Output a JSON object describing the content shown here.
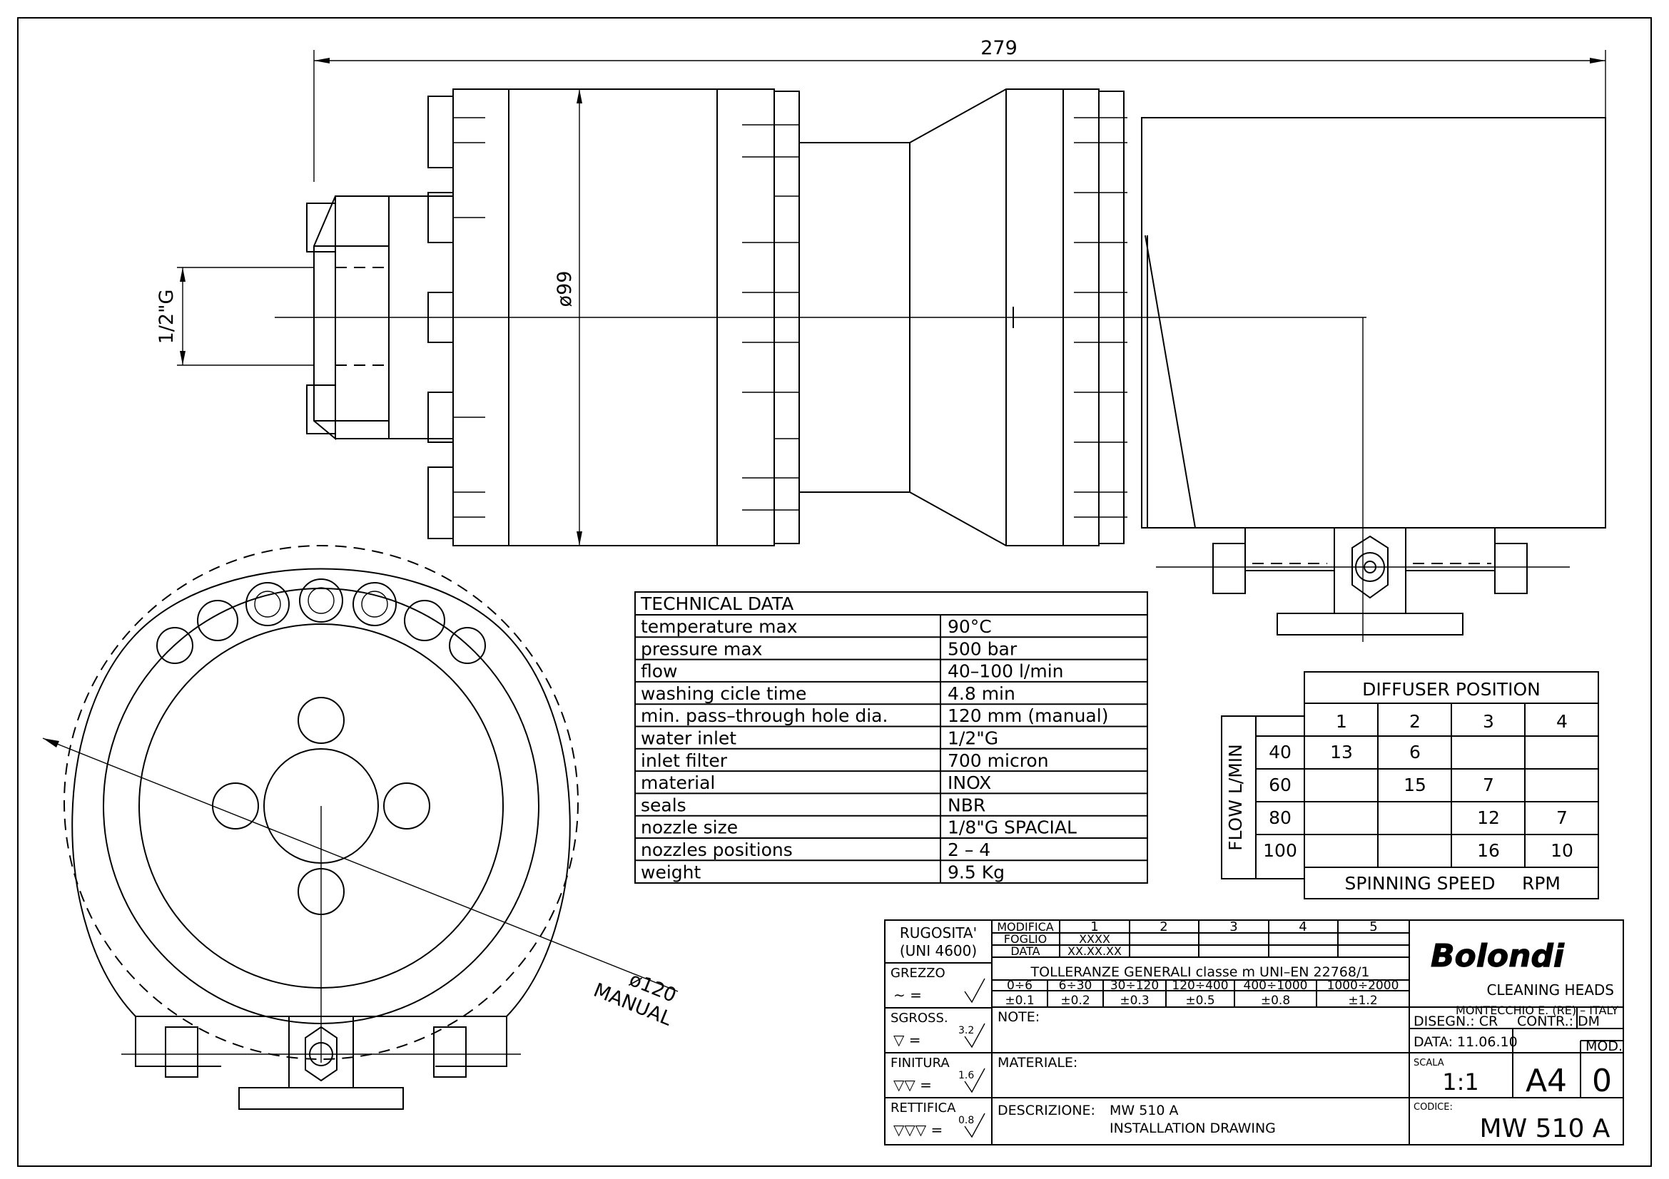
{
  "dimensions": {
    "overall_length": "279",
    "inlet_thread": "1/2\"G",
    "body_diameter": "ø99",
    "pass_through_diameter": "ø120",
    "pass_through_note": "MANUAL"
  },
  "technical_data": {
    "title": "TECHNICAL  DATA",
    "rows": [
      {
        "label": "temperature  max",
        "value": "90°C"
      },
      {
        "label": "pressure  max",
        "value": "500  bar"
      },
      {
        "label": "flow",
        "value": "40–100  l/min"
      },
      {
        "label": "washing  cicle  time",
        "value": "4.8  min"
      },
      {
        "label": "min.  pass–through  hole  dia.",
        "value": "120  mm  (manual)"
      },
      {
        "label": "water  inlet",
        "value": "1/2\"G"
      },
      {
        "label": "inlet  filter",
        "value": "700  micron"
      },
      {
        "label": "material",
        "value": "INOX"
      },
      {
        "label": "seals",
        "value": "NBR"
      },
      {
        "label": "nozzle  size",
        "value": "1/8\"G  SPACIAL"
      },
      {
        "label": "nozzles  positions",
        "value": "2  –  4"
      },
      {
        "label": "weight",
        "value": "9.5  Kg"
      }
    ]
  },
  "diffuser_table": {
    "title": "DIFFUSER  POSITION",
    "side_label": "FLOW  L/MIN",
    "footer_left": "SPINNING  SPEED",
    "footer_right": "RPM",
    "columns": [
      "1",
      "2",
      "3",
      "4"
    ],
    "rows": [
      {
        "flow": "40",
        "cells": [
          "13",
          "6",
          "",
          ""
        ]
      },
      {
        "flow": "60",
        "cells": [
          "",
          "15",
          "7",
          ""
        ]
      },
      {
        "flow": "80",
        "cells": [
          "",
          "",
          "12",
          "7"
        ]
      },
      {
        "flow": "100",
        "cells": [
          "",
          "",
          "16",
          "10"
        ]
      }
    ]
  },
  "title_block": {
    "rugosita": "RUGOSITA'",
    "uni": "(UNI  4600)",
    "finishes": [
      {
        "name": "GREZZO",
        "symbol": "∼  =",
        "value": ""
      },
      {
        "name": "SGROSS.",
        "symbol": "▽  =",
        "value": "3.2"
      },
      {
        "name": "FINITURA",
        "symbol": "▽▽  =",
        "value": "1.6"
      },
      {
        "name": "RETTIFICA",
        "symbol": "▽▽▽  =",
        "value": "0.8"
      }
    ],
    "mod_labels": {
      "modifica": "MODIFICA",
      "foglio": "FOGLIO",
      "data": "DATA"
    },
    "mod_columns": [
      "1",
      "2",
      "3",
      "4",
      "5"
    ],
    "foglio_1": "XXXX",
    "data_1": "XX.XX.XX",
    "tolerance_title": "TOLLERANZE  GENERALI  classe  m  UNI–EN  22768/1",
    "tolerance_ranges": [
      "0÷6",
      "6÷30",
      "30÷120",
      "120÷400",
      "400÷1000",
      "1000÷2000"
    ],
    "tolerance_values": [
      "±0.1",
      "±0.2",
      "±0.3",
      "±0.5",
      "±0.8",
      "±1.2"
    ],
    "note_label": "NOTE:",
    "materiale_label": "MATERIALE:",
    "descrizione_label": "DESCRIZIONE:",
    "descrizione_line1": "MW  510  A",
    "descrizione_line2": "INSTALLATION  DRAWING",
    "company_logo": "Bolondi",
    "company_sub": "CLEANING  HEADS",
    "company_city": "MONTECCHIO  E.  (RE)  –  ITALY",
    "disegn": "DISEGN.:  CR",
    "contr": "CONTR.:  DM",
    "data_label": "DATA:  11.06.10",
    "mod_label": "MOD.",
    "scala_label": "SCALA",
    "scala_value": "1:1",
    "format": "A4",
    "mod_value": "0",
    "codice_label": "CODICE:",
    "codice_value": "MW  510  A"
  }
}
